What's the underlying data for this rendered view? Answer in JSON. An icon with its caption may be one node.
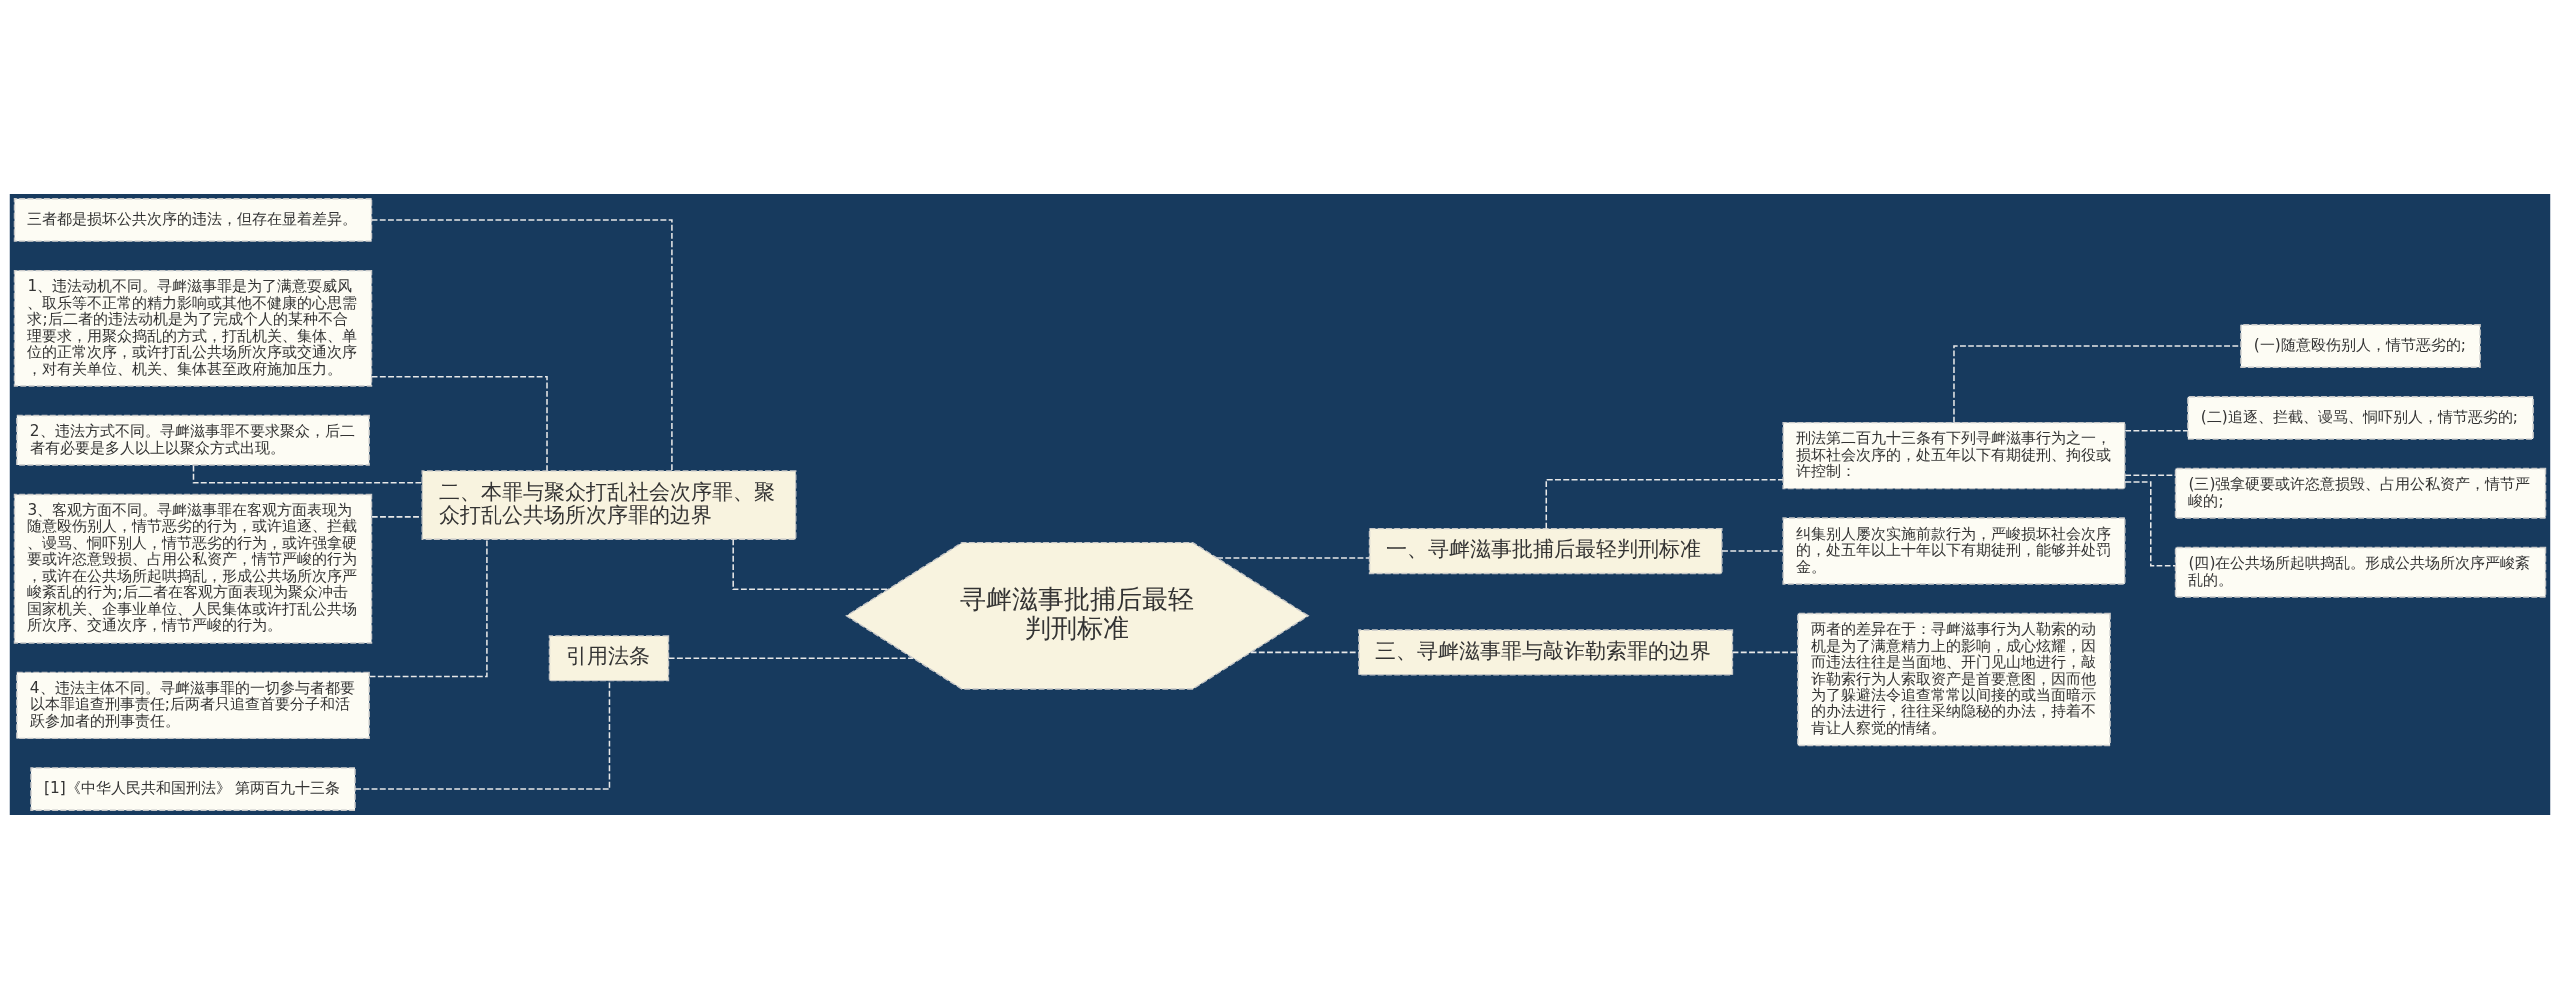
{
  "diagram": {
    "nodes": [
      {
        "text": [
          "寻衅滋事批捕后最轻判刑标准"
        ]
      },
      {
        "text": [
          "一、寻衅滋事批捕后最轻判刑标准"
        ]
      },
      {
        "text": [
          "刑法第二百九十三条有下列寻衅滋事行为之一，损坏社会次序的，处五年以下有期徒刑、拘役或许控制："
        ]
      },
      {
        "text": [
          "(一)随意殴伤别人，情节恶劣的;"
        ]
      },
      {
        "text": [
          "(二)追逐、拦截、谩骂、恫吓别人，情节恶劣的;"
        ]
      },
      {
        "text": [
          "(三)强拿硬要或许恣意损毁、占用公私资产，情节严峻的;"
        ]
      },
      {
        "text": [
          "(四)在公共场所起哄捣乱。形成公共场所次序严峻紊乱的。"
        ]
      },
      {
        "text": [
          "纠集别人屡次实施前款行为，严峻损坏社会次序的，处五年以上十年以下有期徒刑，能够并处罚金。"
        ]
      },
      {
        "text": [
          "三、寻衅滋事罪与敲诈勒索罪的边界"
        ]
      },
      {
        "text": [
          "两者的差异在于：寻衅滋事行为人勒索的动机是为了满意精力上的影响，成心炫耀，因而违法往往是当面地、开门见山地进行，敲诈勒索行为人索取资产是首要意图，因而他为了躲避法令追查常常以间接的或当面暗示的办法进行，往往采纳隐秘的办法，持着不肯让人察觉的情绪。"
        ]
      },
      {
        "text": [
          "二、本罪与聚众打乱社会次序罪、聚众打乱公共场所次序罪的边界"
        ]
      },
      {
        "text": [
          "三者都是损坏公共次序的违法，但存在显着差异。"
        ]
      },
      {
        "text": [
          "1、违法动机不同。寻衅滋事罪是为了满意耍威风、取乐等不正常的精力影响或其他不健康的心思需求;后二者的违法动机是为了完成个人的某种不合理要求，用聚众捣乱的方式，打乱机关、集体、单位的正常次序，或许打乱公共场所次序或交通次序，对有关单位、机关、集体甚至政府施加压力。"
        ]
      },
      {
        "text": [
          "2、违法方式不同。寻衅滋事罪不要求聚众，后二者有必要是多人以上以聚众方式出现。"
        ]
      },
      {
        "text": [
          "3、客观方面不同。寻衅滋事罪在客观方面表现为随意殴伤别人，情节恶劣的行为，或许追逐、拦截、谩骂、恫吓别人，情节恶劣的行为，或许强拿硬要或许恣意毁损、占用公私资产，情节严峻的行为，或许在公共场所起哄捣乱，形成公共场所次序严峻紊乱的行为;后二者在客观方面表现为聚众冲击国家机关、企事业单位、人民集体或许打乱公共场所次序、交通次序，情节严峻的行为。"
        ]
      },
      {
        "text": [
          "4、违法主体不同。寻衅滋事罪的一切参与者都要以本罪追查刑事责任;后两者只追查首要分子和活跃参加者的刑事责任。"
        ]
      },
      {
        "text": [
          "引用法条"
        ]
      },
      {
        "text": [
          "[1]《中华人民共和国刑法》 第两百九十三条"
        ]
      }
    ],
    "edges": [
      {
        "from": 0,
        "to": 1,
        "arrow": "none",
        "style": "dashed"
      },
      {
        "from": 1,
        "to": 2,
        "arrow": "none",
        "style": "dashed"
      },
      {
        "from": 2,
        "to": 3,
        "arrow": "none",
        "style": "dashed"
      },
      {
        "from": 2,
        "to": 4,
        "arrow": "none",
        "style": "dashed"
      },
      {
        "from": 2,
        "to": 5,
        "arrow": "none",
        "style": "dashed"
      },
      {
        "from": 2,
        "to": 6,
        "arrow": "none",
        "style": "dashed"
      },
      {
        "from": 1,
        "to": 7,
        "arrow": "none",
        "style": "dashed"
      },
      {
        "from": 0,
        "to": 8,
        "arrow": "none",
        "style": "dashed"
      },
      {
        "from": 8,
        "to": 9,
        "arrow": "none",
        "style": "dashed"
      },
      {
        "from": 0,
        "to": 10,
        "arrow": "none",
        "style": "dashed"
      },
      {
        "from": 10,
        "to": 11,
        "arrow": "none",
        "style": "dashed"
      },
      {
        "from": 10,
        "to": 12,
        "arrow": "none",
        "style": "dashed"
      },
      {
        "from": 10,
        "to": 13,
        "arrow": "none",
        "style": "dashed"
      },
      {
        "from": 10,
        "to": 14,
        "arrow": "none",
        "style": "dashed"
      },
      {
        "from": 10,
        "to": 15,
        "arrow": "none",
        "style": "dashed"
      },
      {
        "from": 0,
        "to": 16,
        "arrow": "none",
        "style": "dashed"
      },
      {
        "from": 16,
        "to": 17,
        "arrow": "none",
        "style": "dashed"
      }
    ]
  }
}
